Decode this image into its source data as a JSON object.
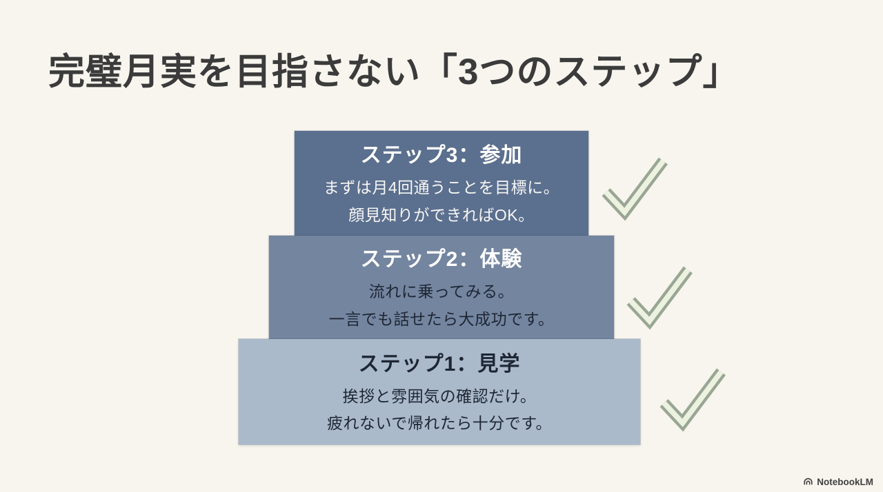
{
  "slide": {
    "background_color": "#f7f5ee",
    "title": "完璧月実を目指さない「3つのステップ」",
    "steps": [
      {
        "id": "step-3",
        "heading": "ステップ3：参加",
        "line1": "まずは月4回通うことを目標に。",
        "line2": "顔見知りができればOK。",
        "box_color": "#5b6f8e",
        "heading_color": "#ffffff",
        "body_color": "#f7f7f5"
      },
      {
        "id": "step-2",
        "heading": "ステップ2：体験",
        "line1": "流れに乗ってみる。",
        "line2": "一言でも話せたら大成功です。",
        "box_color": "#7485a0",
        "heading_color": "#ffffff",
        "body_color": "#1e2633"
      },
      {
        "id": "step-1",
        "heading": "ステップ1：見学",
        "line1": "挨拶と雰囲気の確認だけ。",
        "line2": "疲れないで帰れたら十分です。",
        "box_color": "#aabacb",
        "heading_color": "#1e2633",
        "body_color": "#1e2633"
      }
    ],
    "checkmark": {
      "icon": "check-icon",
      "stroke_color": "#9aa694",
      "fill_color": "#edf2e0"
    },
    "footer": {
      "logo_icon": "notebooklm-logo-icon",
      "brand": "NotebookLM"
    }
  }
}
